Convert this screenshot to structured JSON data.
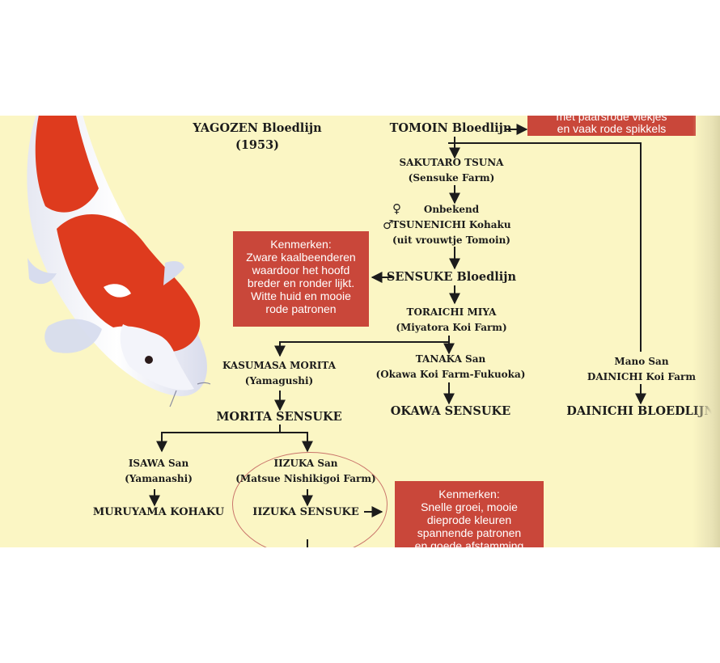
{
  "nodes": {
    "yagozen": {
      "title": "YAGOZEN Bloedlijn",
      "year": "(1953)"
    },
    "tomoin": {
      "title": "TOMOIN Bloedlijn"
    },
    "sakutaro": {
      "name": "SAKUTARO TSUNA",
      "farm": "(Sensuke Farm)"
    },
    "parents": {
      "unknown": "Onbekend",
      "tsunenichi": "TSUNENICHI Kohaku",
      "note": "(uit vrouwtje Tomoin)"
    },
    "sensuke": {
      "title": "SENSUKE Bloedlijn"
    },
    "toraichi": {
      "name": "TORAICHI MIYA",
      "farm": "(Miyatora Koi Farm)"
    },
    "kasumasa": {
      "name": "KASUMASA MORITA",
      "farm": "(Yamagushi)"
    },
    "tanaka": {
      "name": "TANAKA San",
      "farm": "(Okawa Koi Farm-Fukuoka)"
    },
    "mano": {
      "name": "Mano San",
      "farm": "DAINICHI Koi Farm"
    },
    "morita_sensuke": {
      "title": "MORITA SENSUKE"
    },
    "okawa_sensuke": {
      "title": "OKAWA SENSUKE"
    },
    "dainichi_bloedlijn": {
      "title": "DAINICHI BLOEDLIJN"
    },
    "isawa": {
      "name": "ISAWA San",
      "farm": "(Yamanashi)"
    },
    "iizuka": {
      "name": "IIZUKA San",
      "farm": "(Matsue Nishikigoi Farm)"
    },
    "muruyama": {
      "title": "MURUYAMA KOHAKU"
    },
    "iizuka_sensuke": {
      "title": "IIZUKA SENSUKE"
    }
  },
  "notes": {
    "top": {
      "lines": [
        "met  paarsrode vlekjes",
        "en vaak rode spikkels"
      ]
    },
    "sensuke": {
      "lines": [
        "Kenmerken:",
        "Zware kaalbeenderen",
        "waardoor het hoofd",
        "breder en ronder lijkt.",
        "Witte huid en mooie",
        "rode patronen"
      ]
    },
    "iizuka": {
      "lines": [
        "Kenmerken:",
        "Snelle groei, mooie",
        "dieprode kleuren",
        "spannende patronen",
        "en goede afstamming"
      ]
    }
  },
  "colors": {
    "poster_background": "#fbf6c4",
    "note_box": "#c9473a",
    "lines": "#1c1c1c",
    "koi_red": "#de3b1e",
    "highlight_circle": "#c9746a"
  },
  "icons": [
    "female-symbol-icon",
    "male-symbol-icon",
    "koi-fish-illustration"
  ]
}
